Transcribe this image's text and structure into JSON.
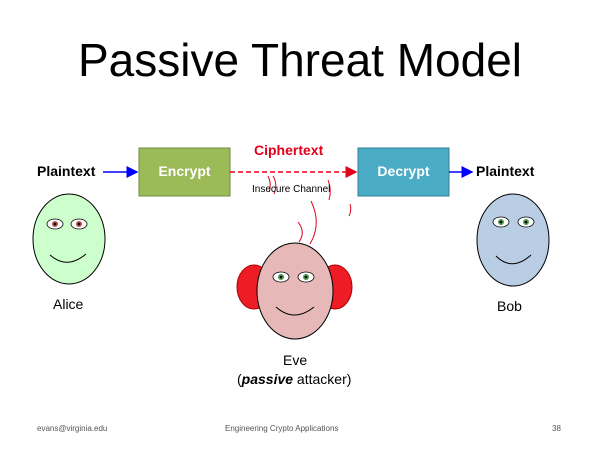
{
  "slide": {
    "title": "Passive Threat Model",
    "labels": {
      "plaintext_left": "Plaintext",
      "plaintext_right": "Plaintext",
      "encrypt": "Encrypt",
      "decrypt": "Decrypt",
      "ciphertext": "Ciphertext",
      "insecure_channel": "Insecure Channel",
      "alice": "Alice",
      "bob": "Bob",
      "eve": "Eve",
      "eve_role_open": "(",
      "eve_role_passive": "passive",
      "eve_role_rest": " attacker)"
    },
    "colors": {
      "encrypt_fill": "#9bbb59",
      "decrypt_fill": "#4bacc6",
      "ciphertext": "#e2001a",
      "arrow_blue": "#0000ff",
      "alice_face": "#ccffcc",
      "bob_face": "#b9cde5",
      "eve_face": "#e6b9b8",
      "eve_ears": "#ee1c24"
    }
  },
  "footer": {
    "left": "evans@virginia.edu",
    "center": "Engineering Crypto Applications",
    "page": "38"
  }
}
